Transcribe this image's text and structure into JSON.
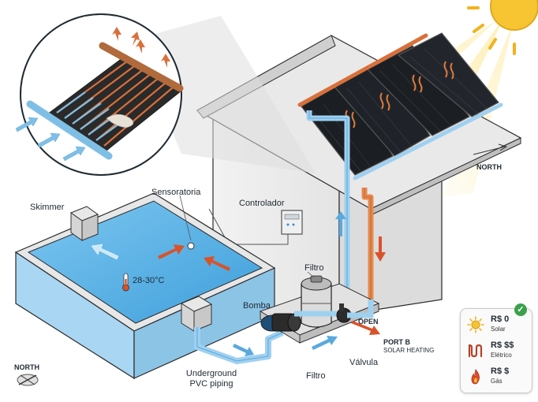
{
  "labels": {
    "skimmer": "Skimmer",
    "sensor": "Sensoratoria",
    "controller": "Controlador",
    "filter_top": "Filtro",
    "pump": "Bomba",
    "open": "OPEN",
    "port_b": "PORT B",
    "solar_heating": "SOLAR HEATING",
    "valve": "Válvula",
    "filter_bottom": "Filtro",
    "underground": "Underground",
    "pvc": "PVC piping",
    "temperature": "28-30°C",
    "north_roof": "NORTH",
    "north_corner": "NORTH"
  },
  "cost_panel": {
    "rows": [
      {
        "value": "R$ 0",
        "label": "Solar",
        "icon": "sun-icon"
      },
      {
        "value": "R$ $$",
        "label": "Elétrico",
        "icon": "electric-coil-icon"
      },
      {
        "value": "R$ $",
        "label": "Gás",
        "icon": "gas-flame-icon"
      }
    ],
    "check_icon": "✓"
  },
  "colors": {
    "water": "#5fb3e6",
    "cold_pipe": "#9fd0ef",
    "hot_pipe": "#e58a4f",
    "hot_arrow": "#d9532a",
    "sun": "#f7c531",
    "panel": "#1b1f24"
  }
}
